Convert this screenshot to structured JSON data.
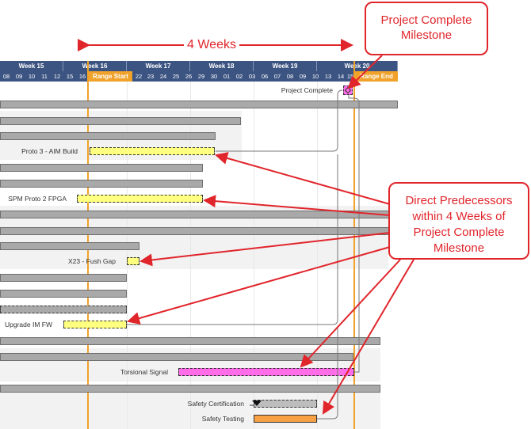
{
  "timeline": {
    "weeks": [
      "Week 15",
      "Week 16",
      "Week 17",
      "Week 18",
      "Week 19",
      "Week 20"
    ],
    "days": [
      "08",
      "09",
      "10",
      "11",
      "12",
      "15",
      "16",
      "22",
      "23",
      "24",
      "25",
      "26",
      "29",
      "30",
      "01",
      "02",
      "03",
      "06",
      "07",
      "08",
      "09",
      "10",
      "13",
      "14",
      "15"
    ],
    "range_start": "Range Start",
    "range_end": "Range End"
  },
  "tasks": {
    "project_complete": "Project Complete",
    "proto3": "Proto 3 - AIM Build",
    "spm_proto2": "SPM Proto 2 FPGA",
    "x23": "X23 - Fush Gap",
    "upgrade": "Upgrade IM FW",
    "torsional": "Torsional Signal",
    "safety_cert": "Safety Certification",
    "safety_testing": "Safety Testing"
  },
  "annotations": {
    "four_weeks": "4 Weeks",
    "milestone_callout": "Project Complete Milestone",
    "predecessors_callout": "Direct Predecessors within 4 Weeks of Project Complete Milestone"
  },
  "colors": {
    "header": "#3c5482",
    "range": "#f0a22b",
    "annotation": "#e0252b",
    "highlight_yellow": "#ffff80",
    "highlight_pink": "#ff6ee8",
    "highlight_orange": "#f7a044"
  }
}
